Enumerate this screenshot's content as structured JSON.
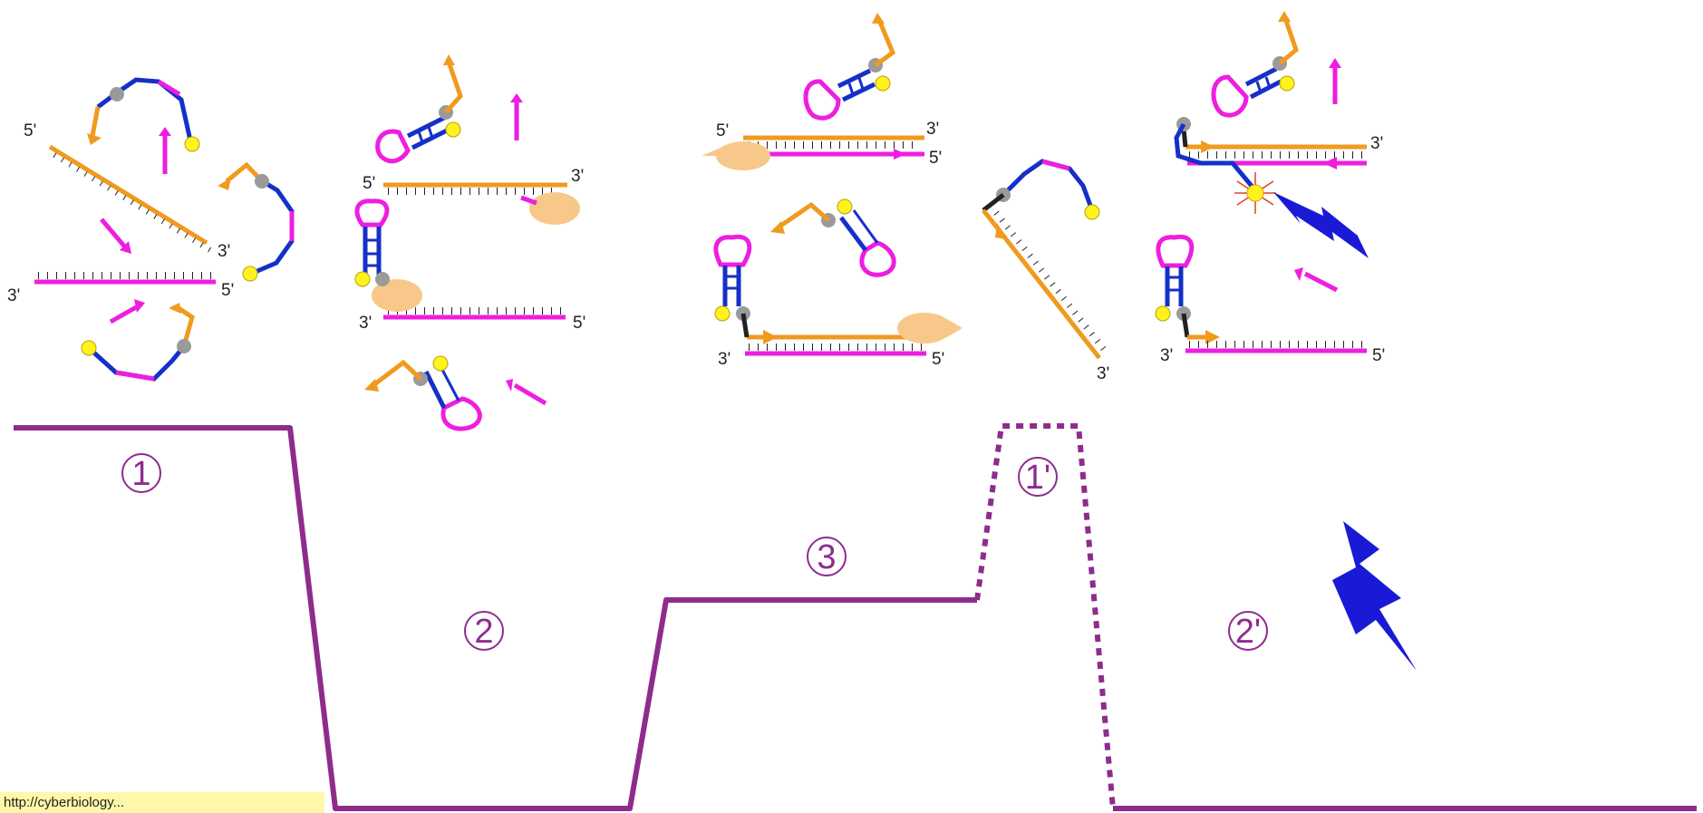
{
  "diagram": {
    "strand_labels": {
      "five_prime": "5'",
      "three_prime": "3'"
    },
    "steps": [
      "1",
      "2",
      "3",
      "1'",
      "2'"
    ],
    "source_note": "http://cyberbiology..."
  },
  "colors": {
    "primer_orange": "#f09a1e",
    "template_magenta": "#ee1ee0",
    "stem_blue": "#1530c8",
    "quencher_gray": "#9a9a9a",
    "fluorophore_yellow": "#fff21e",
    "polymerase_peach": "#f7c889",
    "energy_profile_purple": "#8e2c8e",
    "lightning_blue": "#1a1ad6"
  },
  "icons": [
    "lightning-bolt-icon",
    "polymerase-enzyme-icon",
    "fluorophore-dot-icon",
    "quencher-dot-icon"
  ]
}
